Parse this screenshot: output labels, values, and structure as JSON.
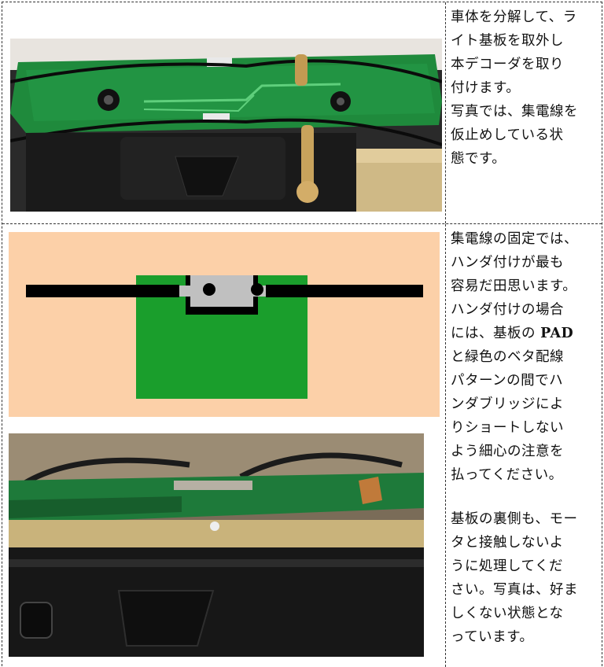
{
  "row1": {
    "lines": [
      "車体を分解して、ラ",
      "イト基板を取外し",
      "本デコーダを取り",
      "付けます。",
      "写真では、集電線を",
      "仮止めしている状",
      "態です。"
    ]
  },
  "row2": {
    "para1_lines": [
      "集電線の固定では、",
      "ハンダ付けが最も",
      "容易だ田思います。",
      "ハンダ付けの場合",
      "には、基板の ",
      "と緑色のベタ配線",
      "パターンの間でハ",
      "ンダブリッジによ",
      "りショートしない",
      "よう細心の注意を",
      "払ってください。"
    ],
    "pad_word": "PAD",
    "para2_lines": [
      "基板の裏側も、モー",
      "タと接触しないよ",
      "うに処理してくだ",
      "さい。写真は、好ま",
      "しくない状態とな",
      "っています。"
    ]
  },
  "colors": {
    "diagram_bg": "#fcd0a8",
    "board_green": "#1a9e2c",
    "pad_gray": "#c0c0c0",
    "wire_black": "#000000"
  }
}
